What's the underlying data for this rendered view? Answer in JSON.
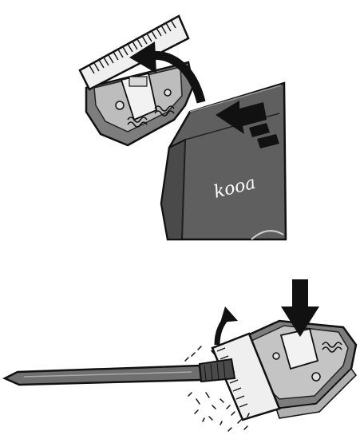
{
  "figure": {
    "brand_text": "kooa",
    "colors": {
      "outline": "#111111",
      "body_dark": "#5f5f5f",
      "body_mid": "#8a8a8a",
      "body_light": "#c8c8c8",
      "blade_light": "#efefef",
      "arrow": "#111111",
      "white": "#ffffff"
    },
    "panels": [
      {
        "id": "detach-blade",
        "icons": [
          "clipper-body",
          "blade-head",
          "curved-arrow-icon",
          "push-arrow-icon"
        ]
      },
      {
        "id": "clean-blade",
        "icons": [
          "cleaning-brush",
          "blade-head",
          "press-arrow-icon",
          "curved-arrow-icon",
          "hair-debris"
        ]
      }
    ]
  }
}
